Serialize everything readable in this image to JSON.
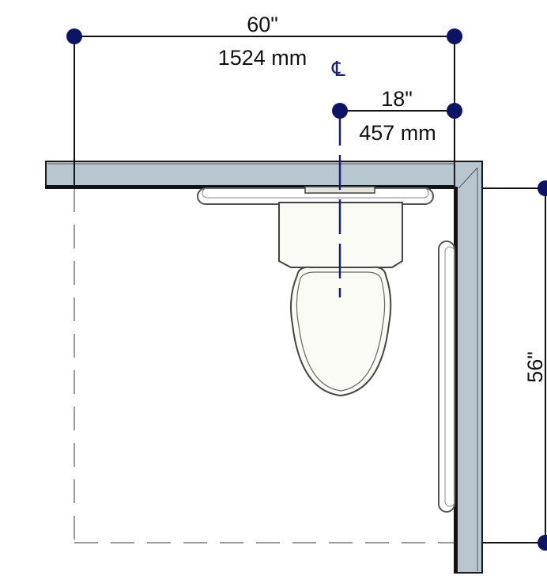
{
  "colors": {
    "wall_fill": "#b8c7cf",
    "wall_edge": "#1a1a1a",
    "dimension_line": "#111111",
    "dimension_dot": "#0d1466",
    "centerline": "#1a1f7a",
    "fixture_fill": "#fbfbf5",
    "fixture_edge": "#444444",
    "clearance_line": "#9a9a9a"
  },
  "dimensions": {
    "overall_width_in": "60\"",
    "overall_width_mm": "1524 mm",
    "centerline_offset_in": "18\"",
    "centerline_offset_mm": "457 mm",
    "depth_in": "56\""
  },
  "centerline_symbol": "℄"
}
